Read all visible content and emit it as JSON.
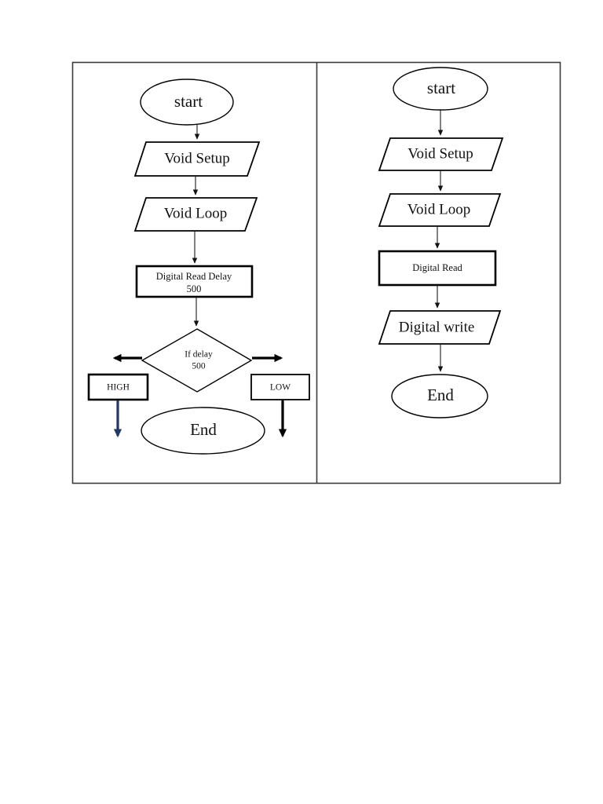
{
  "document": {
    "title": "Arduino Flowchart Comparison",
    "page_background": "#ffffff"
  },
  "colors": {
    "stroke": "#000000",
    "panel_border": "#3a3a3a",
    "connector_black": "#000000",
    "connector_navy": "#1F3864",
    "node_fill": "#ffffff"
  },
  "panel": {
    "name": "flowchart-container",
    "divider": "vertical-divider"
  },
  "diagram": {
    "type": "flowchart",
    "orientation": "top-to-bottom",
    "charts": [
      {
        "id": "left-flowchart",
        "nodes": [
          {
            "id": "l-start",
            "label": "start",
            "shape": "ellipse"
          },
          {
            "id": "l-setup",
            "label": "Void Setup",
            "shape": "parallelogram"
          },
          {
            "id": "l-loop",
            "label": "Void Loop",
            "shape": "parallelogram"
          },
          {
            "id": "l-read",
            "label": "Digital Read Delay",
            "label2": "500",
            "shape": "rectangle"
          },
          {
            "id": "l-cond",
            "label": "If delay",
            "label2": "500",
            "shape": "diamond"
          },
          {
            "id": "l-high",
            "label": "HIGH",
            "shape": "rectangle"
          },
          {
            "id": "l-low",
            "label": "LOW",
            "shape": "rectangle"
          },
          {
            "id": "l-end",
            "label": "End",
            "shape": "ellipse"
          }
        ],
        "edges": [
          {
            "from": "l-start",
            "to": "l-setup",
            "style": "arrow"
          },
          {
            "from": "l-setup",
            "to": "l-loop",
            "style": "arrow"
          },
          {
            "from": "l-loop",
            "to": "l-read",
            "style": "arrow"
          },
          {
            "from": "l-read",
            "to": "l-cond",
            "style": "arrow"
          },
          {
            "from": "l-cond",
            "to": "l-high",
            "style": "elbow-left",
            "color": "#000000"
          },
          {
            "from": "l-cond",
            "to": "l-low",
            "style": "elbow-right",
            "color": "#000000"
          },
          {
            "from": "l-high",
            "to": "down",
            "style": "stub-down",
            "color": "#1F3864"
          },
          {
            "from": "l-low",
            "to": "down",
            "style": "stub-down",
            "color": "#000000"
          }
        ]
      },
      {
        "id": "right-flowchart",
        "nodes": [
          {
            "id": "r-start",
            "label": "start",
            "shape": "ellipse"
          },
          {
            "id": "r-setup",
            "label": "Void Setup",
            "shape": "parallelogram"
          },
          {
            "id": "r-loop",
            "label": "Void Loop",
            "shape": "parallelogram"
          },
          {
            "id": "r-read",
            "label": "Digital Read",
            "shape": "rectangle"
          },
          {
            "id": "r-write",
            "label": "Digital write",
            "shape": "parallelogram"
          },
          {
            "id": "r-end",
            "label": "End",
            "shape": "ellipse"
          }
        ],
        "edges": [
          {
            "from": "r-start",
            "to": "r-setup",
            "style": "arrow"
          },
          {
            "from": "r-setup",
            "to": "r-loop",
            "style": "arrow"
          },
          {
            "from": "r-loop",
            "to": "r-read",
            "style": "arrow"
          },
          {
            "from": "r-read",
            "to": "r-write",
            "style": "arrow"
          },
          {
            "from": "r-write",
            "to": "r-end",
            "style": "arrow"
          }
        ]
      }
    ]
  }
}
